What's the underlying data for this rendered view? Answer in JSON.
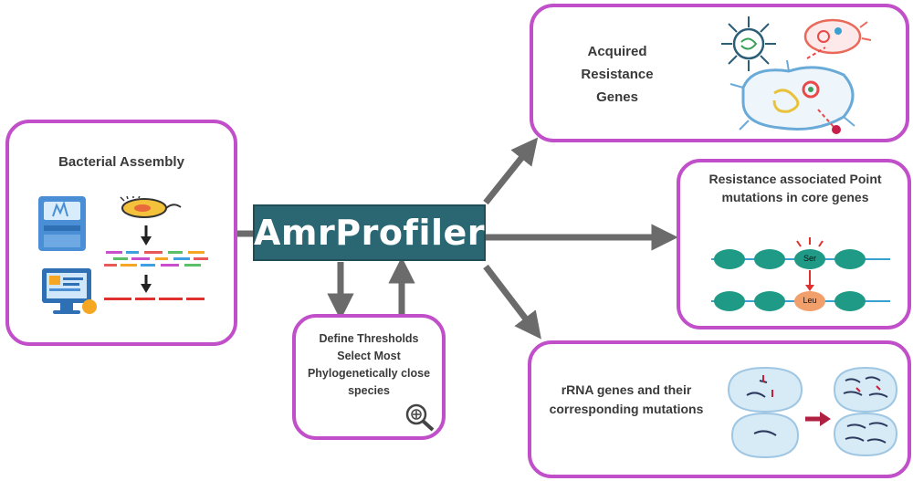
{
  "hub": {
    "title": "AmrProfiler"
  },
  "boxes": {
    "assembly": {
      "title": "Bacterial Assembly"
    },
    "thresholds": {
      "title": "Define Thresholds Select Most Phylogenetically close species"
    },
    "acquired": {
      "title": "Acquired Resistance Genes"
    },
    "point": {
      "title": "Resistance associated Point mutations in core genes",
      "ser": "Ser",
      "leu": "Leu"
    },
    "rrna": {
      "title": "rRNA genes and their corresponding mutations"
    }
  },
  "colors": {
    "border": "#c04fc9",
    "hub": "#2a6772",
    "arrow": "#6b6b6b",
    "bead": "#1f9a86",
    "mutation": "#f2a06b",
    "cell": "#d7ebf7"
  }
}
